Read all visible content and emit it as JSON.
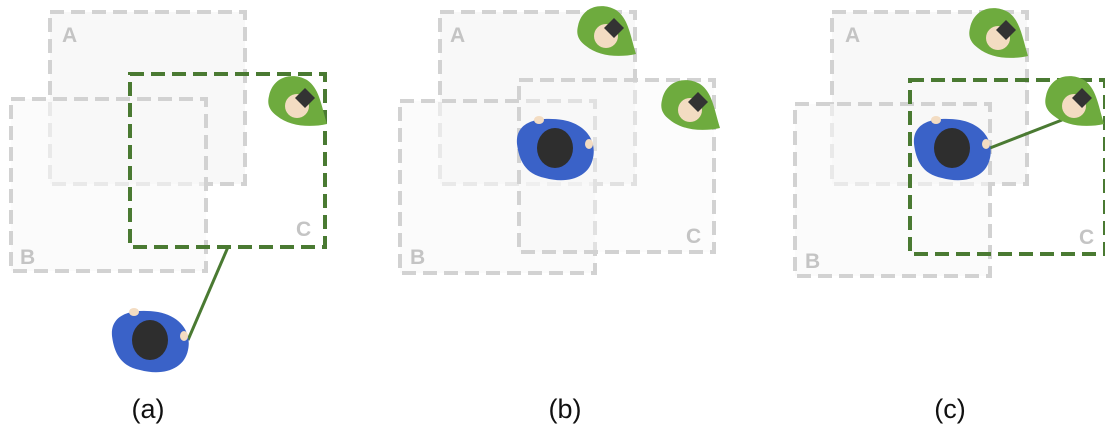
{
  "colors": {
    "zone_inactive": "#d2d2d2",
    "zone_fill": "#f8f8f8",
    "zone_active": "#4a7a32",
    "zone_label": "#c4c4c4",
    "tether": "#4a7a32",
    "user_body": "#3a62c8",
    "user_head": "#2e2e2e",
    "observer_body": "#6eab3e",
    "observer_face": "#f3dcc2",
    "observer_hair": "#333333"
  },
  "panels": [
    {
      "caption": "(a)",
      "zone_labels": {
        "a": "A",
        "b": "B",
        "c": "C"
      },
      "active_zone": "c",
      "user_icon": "user-icon",
      "observer_icon": "observer-icon"
    },
    {
      "caption": "(b)",
      "zone_labels": {
        "a": "A",
        "b": "B",
        "c": "C"
      },
      "active_zone": "none",
      "user_icon": "user-icon",
      "observer_icon": "observer-icon"
    },
    {
      "caption": "(c)",
      "zone_labels": {
        "a": "A",
        "b": "B",
        "c": "C"
      },
      "active_zone": "c",
      "user_icon": "user-icon",
      "observer_icon": "observer-icon"
    }
  ]
}
